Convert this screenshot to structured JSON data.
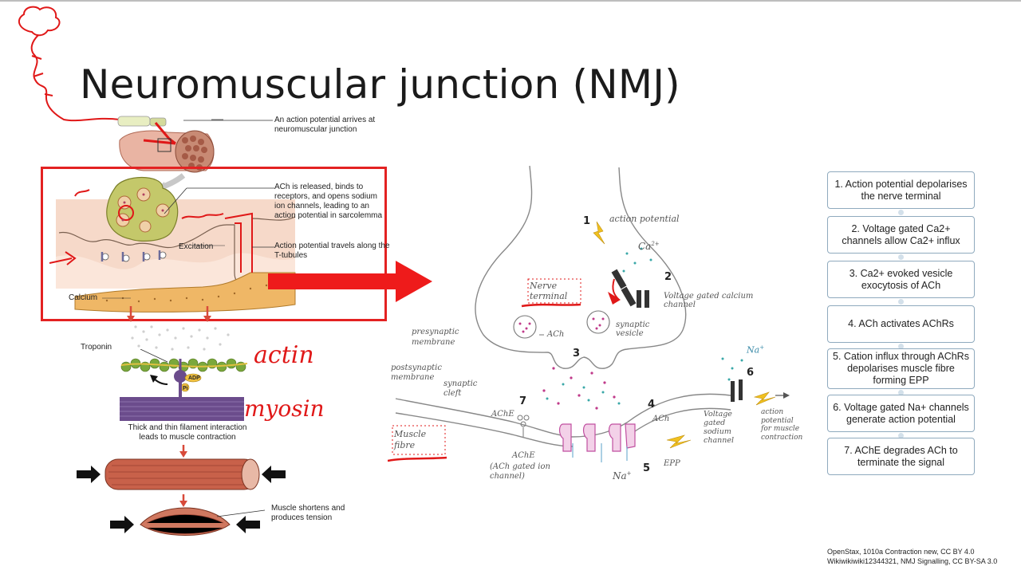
{
  "title": "Neuromuscular junction (NMJ)",
  "left_diagram": {
    "labels": {
      "action_arrives": "An action potential arrives at neuromuscular junction",
      "ach_released": "ACh is released, binds to receptors, and opens sodium ion channels, leading to an action potential in sarcolemma",
      "ap_travels": "Action potential travels along the T-tubules",
      "excitation": "Excitation",
      "calcium": "Calcium",
      "troponin": "Troponin",
      "adp": "ADP",
      "pi": "Pi",
      "interaction": "Thick and thin filament interaction leads to muscle contraction",
      "shortens": "Muscle shortens and produces tension"
    },
    "handwritten": {
      "actin": "actin",
      "myosin": "myosin"
    }
  },
  "right_diagram": {
    "numbers": [
      "1",
      "2",
      "3",
      "4",
      "5",
      "6",
      "7"
    ],
    "labels": {
      "action_potential": "action potential",
      "ca2": "Ca",
      "ca2_sup": "2+",
      "vgcc": "Voltage gated calcium channel",
      "nerve_terminal": "Nerve terminal",
      "synaptic_vesicle": "synaptic vesicle",
      "ach": "ACh",
      "presynaptic": "presynaptic membrane",
      "postsynaptic": "postsynaptic membrane",
      "synaptic_cleft": "synaptic cleft",
      "ache": "AChE",
      "muscle_fibre": "Muscle fibre",
      "ache2": "AChE",
      "ach_gated": "(ACh gated ion channel)",
      "ach4": "ACh",
      "epp": "EPP",
      "na": "Na",
      "na_sup": "+",
      "na_top": "Na",
      "na_top_sup": "+",
      "vgsc": "Voltage gated sodium channel",
      "ap_contraction": "action potential for muscle contraction"
    }
  },
  "steps": [
    "1. Action potential depolarises the nerve terminal",
    "2. Voltage gated Ca2+ channels allow Ca2+ influx",
    "3. Ca2+ evoked vesicle exocytosis of ACh",
    "4. ACh activates AChRs",
    "5. Cation influx through AChRs depolarises muscle fibre forming EPP",
    "6. Voltage gated Na+ channels generate action potential",
    "7. AChE degrades ACh to terminate the signal"
  ],
  "credits": [
    "OpenStax, 1010a Contraction new, CC BY 4.0",
    "Wikiwikiwiki12344321, NMJ Signalling, CC BY-SA 3.0"
  ],
  "colors": {
    "annotation_red": "#e32222",
    "step_border": "#8faabe",
    "muscle": "#c8614a",
    "myosin": "#6b4c8c",
    "actin": "#7aa83c",
    "vesicle_pink": "#d14fa0",
    "ach_teal": "#3aa8a8"
  }
}
